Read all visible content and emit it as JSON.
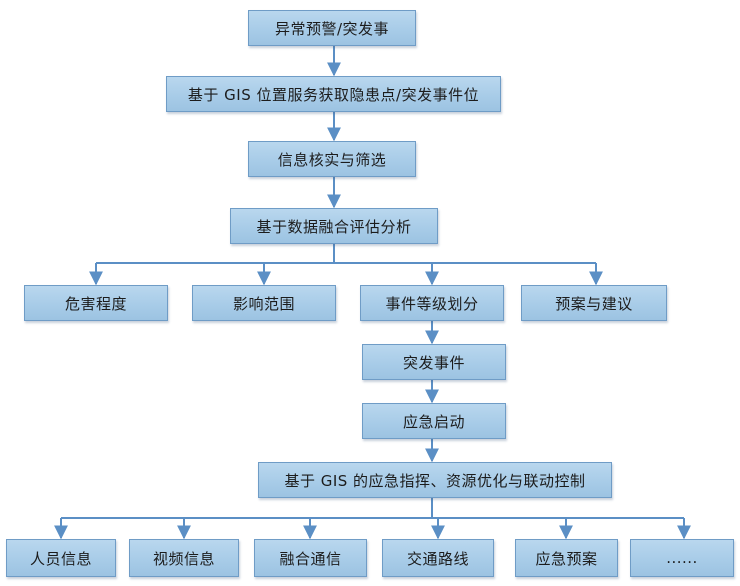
{
  "flow": {
    "step1": "异常预警/突发事",
    "step2": "基于 GIS 位置服务获取隐患点/突发事件位",
    "step3": "信息核实与筛选",
    "step4": "基于数据融合评估分析",
    "analysis": [
      "危害程度",
      "影响范围",
      "事件等级划分",
      "预案与建议"
    ],
    "step5": "突发事件",
    "step6": "应急启动",
    "step7": "基于 GIS 的应急指挥、资源优化与联动控制",
    "outputs": [
      "人员信息",
      "视频信息",
      "融合通信",
      "交通路线",
      "应急预案",
      "......"
    ]
  },
  "colors": {
    "box_fill": "#a8cce8",
    "box_border": "#6f9cc6",
    "connector": "#5b8fc5"
  }
}
